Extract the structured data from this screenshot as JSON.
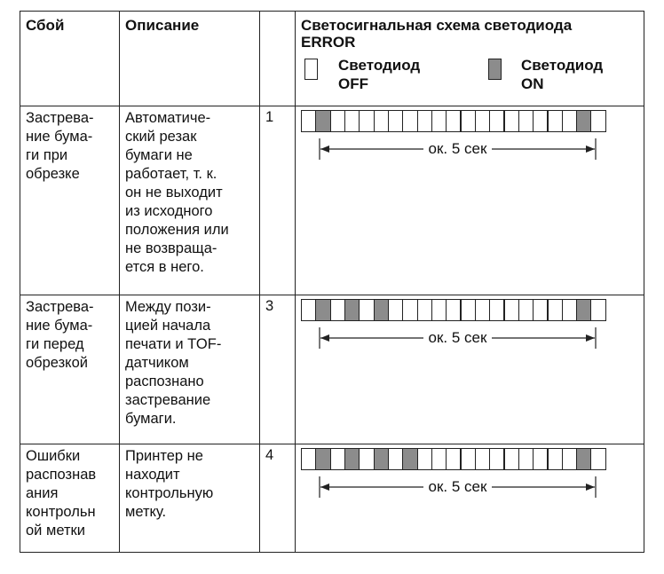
{
  "table": {
    "headers": {
      "fault": "Сбой",
      "description": "Описание",
      "code": "",
      "pattern": "Светосигнальная схема светодиода ERROR"
    },
    "legend": {
      "off_label": "Светодиод OFF",
      "on_label": "Светодиод ON"
    },
    "rows": [
      {
        "fault": "Застрева-ние бума-ги при обрезке",
        "fault_lines": [
          "Застрева-",
          "ние бума-",
          "ги при",
          "обрезке"
        ],
        "description_lines": [
          "Автоматиче-",
          "ский резак",
          "бумаги не",
          "работает, т. к.",
          "он не выходит",
          "из исходного",
          "положения или",
          "не возвраща-",
          "ется в него."
        ],
        "code": "1",
        "on_cells": [
          1,
          19
        ],
        "interval": "ок. 5 сек"
      },
      {
        "fault_lines": [
          "Застрева-",
          "ние бума-",
          "ги перед",
          "обрезкой"
        ],
        "description_lines": [
          "Между пози-",
          "цией начала",
          "печати и TOF-",
          "датчиком",
          "распознано",
          "застревание",
          "бумаги."
        ],
        "code": "3",
        "on_cells": [
          1,
          3,
          5,
          19
        ],
        "interval": "ок. 5 сек"
      },
      {
        "fault_lines": [
          "Ошибки",
          "распознав",
          "ания",
          "контрольн",
          "ой метки"
        ],
        "description_lines": [
          "Принтер не",
          "находит",
          "контрольную",
          "метку."
        ],
        "code": "4",
        "on_cells": [
          1,
          3,
          5,
          7,
          19
        ],
        "interval": "ок. 5 сек"
      }
    ],
    "cells_per_strip": 21,
    "colors": {
      "led_on": "#8c8c8c",
      "led_off": "#ffffff",
      "border": "#222222"
    }
  }
}
